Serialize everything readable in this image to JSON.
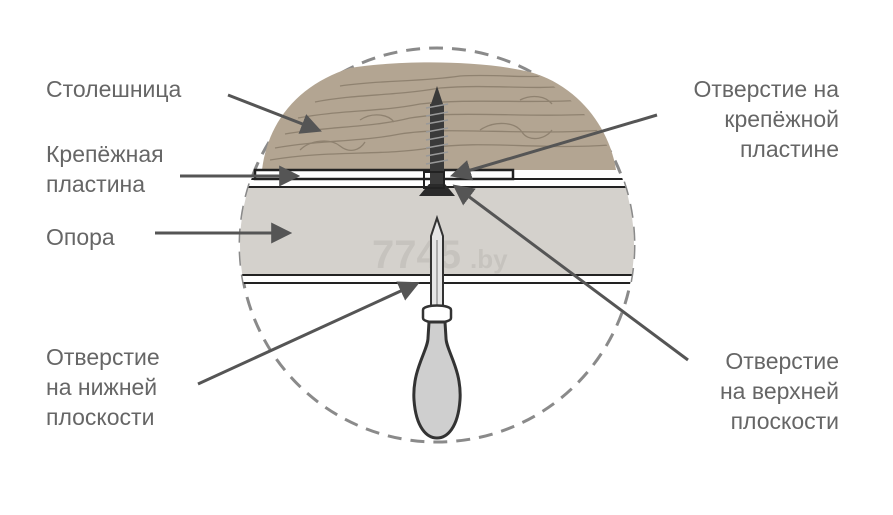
{
  "labels": {
    "countertop": "Столешница",
    "mounting_plate_line1": "Крепёжная",
    "mounting_plate_line2": "пластина",
    "support": "Опора",
    "hole_bottom_line1": "Отверстие",
    "hole_bottom_line2": "на нижней",
    "hole_bottom_line3": "плоскости",
    "hole_plate_line1": "Отверстие на",
    "hole_plate_line2": "крепёжной",
    "hole_plate_line3": "пластине",
    "hole_top_line1": "Отверстие",
    "hole_top_line2": "на верхней",
    "hole_top_line3": "плоскости"
  },
  "watermark": {
    "main": "7745",
    "suffix": ".by"
  },
  "colors": {
    "text": "#666666",
    "arrow": "#555555",
    "wood": "#b3a592",
    "wood_grain": "#8f8270",
    "support": "#d4d1cc",
    "plate": "#222222",
    "dashed_circle": "#888888",
    "handle": "#cfcfcf"
  },
  "icons": [
    "screw-icon",
    "screwdriver-icon"
  ]
}
